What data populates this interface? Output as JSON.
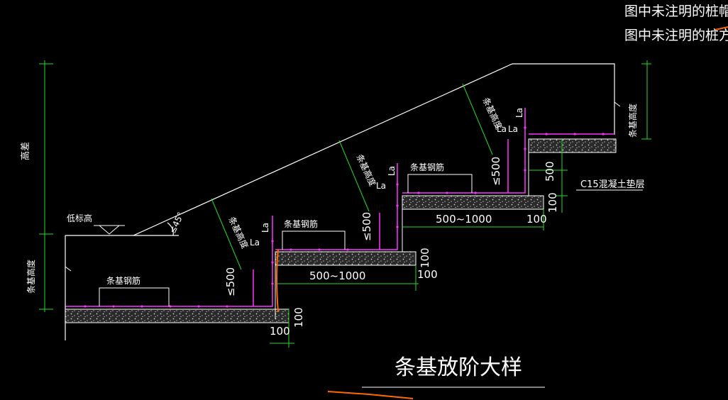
{
  "title": "条基放阶大样",
  "notes": [
    "图中未注明的桩帽",
    "图中未注明的桩方"
  ],
  "labels": {
    "height_diff": "高差",
    "low_elevation": "低标高",
    "angle": "≤45°",
    "strip_height": "条基高度",
    "strip_rebar": "条基钢筋",
    "La": "La",
    "max500": "≤500",
    "step_range": "500~1000",
    "dim100": "100",
    "dim500": "500",
    "c15": "C15混凝土垫层"
  },
  "colors": {
    "background": "#000000",
    "lines": "#ffffff",
    "rebar": "#ff33ff",
    "dimension": "#22dd22",
    "markup": "#ff6a00",
    "concrete": "#bbbbbb"
  }
}
